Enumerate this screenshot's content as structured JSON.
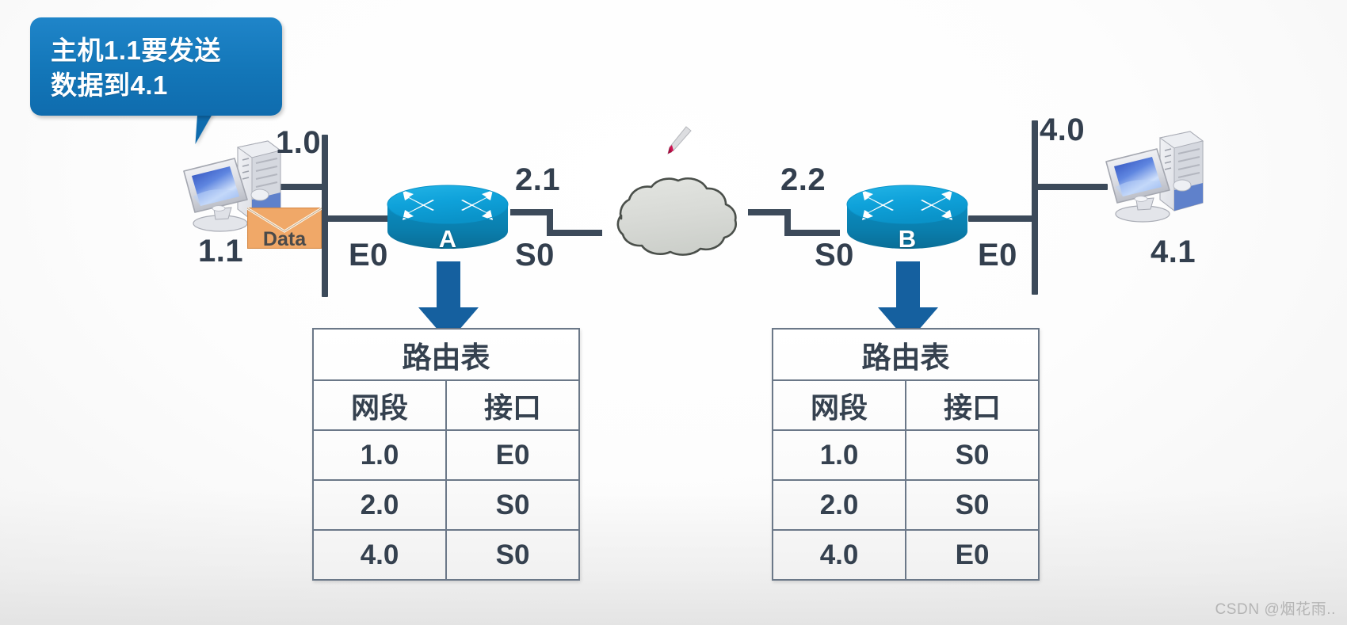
{
  "callout": {
    "text": "主机1.1要发送\n数据到4.1",
    "bg_color": "#1376b8",
    "text_color": "#ffffff"
  },
  "hosts": [
    {
      "id": "host-left",
      "icon": "pc-icon",
      "address": "1.1"
    },
    {
      "id": "host-right",
      "icon": "pc-icon",
      "address": "4.1"
    }
  ],
  "packet": {
    "icon": "envelope-icon",
    "label": "Data",
    "bg_color": "#f0a868"
  },
  "segments": [
    {
      "id": "segment-left",
      "label": "1.0"
    },
    {
      "id": "segment-right",
      "label": "4.0"
    }
  ],
  "routers": [
    {
      "id": "router-a",
      "name": "A",
      "icon": "router-icon",
      "left_port": "E0",
      "right_port": "S0",
      "right_address": "2.1"
    },
    {
      "id": "router-b",
      "name": "B",
      "icon": "router-icon",
      "left_port": "S0",
      "right_port": "E0",
      "left_address": "2.2"
    }
  ],
  "cloud": {
    "id": "wan-cloud",
    "icon": "cloud-icon",
    "fill": "#d9dbd7"
  },
  "tables": [
    {
      "id": "routing-table-a",
      "title": "路由表",
      "headers": [
        "网段",
        "接口"
      ],
      "rows": [
        [
          "1.0",
          "E0"
        ],
        [
          "2.0",
          "S0"
        ],
        [
          "4.0",
          "S0"
        ]
      ]
    },
    {
      "id": "routing-table-b",
      "title": "路由表",
      "headers": [
        "网段",
        "接口"
      ],
      "rows": [
        [
          "1.0",
          "S0"
        ],
        [
          "2.0",
          "S0"
        ],
        [
          "4.0",
          "E0"
        ]
      ]
    }
  ],
  "arrows": [
    {
      "id": "arrow-to-table-a",
      "direction": "down",
      "color": "#15609f"
    },
    {
      "id": "arrow-to-table-b",
      "direction": "down",
      "color": "#15609f"
    }
  ],
  "cursor": {
    "id": "pen-cursor",
    "color": "#cf1452"
  },
  "watermark": {
    "text": "CSDN @烟花雨.."
  },
  "colors": {
    "wire": "#3c4a5a",
    "router_top": "#0fa0d9",
    "router_body": "#0b7cae",
    "arrow_blue": "#15609f",
    "bubble_blue": "#1376b8",
    "table_border": "#6b7888",
    "table_text": "#35414f"
  }
}
